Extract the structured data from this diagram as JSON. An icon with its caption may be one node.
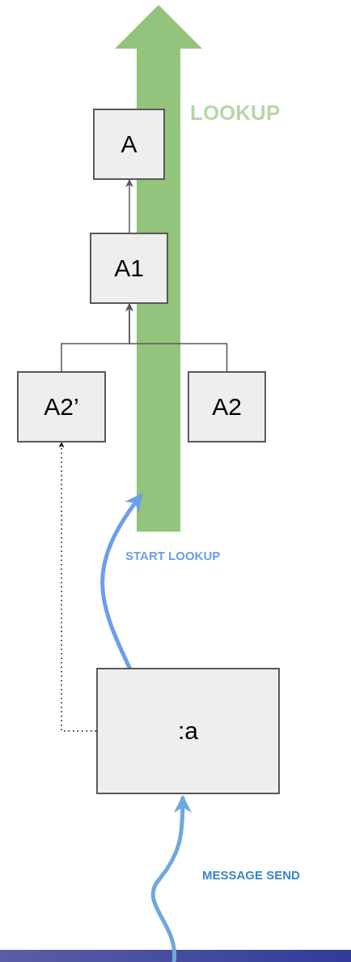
{
  "diagram": {
    "nodes": [
      {
        "text": [
          "A"
        ]
      },
      {
        "text": [
          "A1"
        ]
      },
      {
        "text": [
          "A2’"
        ]
      },
      {
        "text": [
          "A2"
        ]
      },
      {
        "text": [
          ":a"
        ]
      },
      {
        "text": [],
        "shape": "bar"
      }
    ],
    "edges": [
      {
        "from": 1,
        "to": 0,
        "arrow": "to"
      },
      {
        "from": 2,
        "to": 1,
        "arrow": "to"
      },
      {
        "from": 3,
        "to": 1,
        "arrow": "to"
      },
      {
        "from": 4,
        "to": null,
        "arrow": "to",
        "label": "START LOOKUP",
        "style": "thick",
        "color": "#6d9eeb"
      },
      {
        "from": 4,
        "to": 2,
        "arrow": "to",
        "style": "dashed",
        "color": "#000000"
      },
      {
        "from": 5,
        "to": 4,
        "arrow": "to",
        "label": "MESSAGE SEND",
        "style": "thick",
        "color": "#6fa8dc"
      }
    ],
    "labels": [
      "LOOKUP"
    ]
  }
}
